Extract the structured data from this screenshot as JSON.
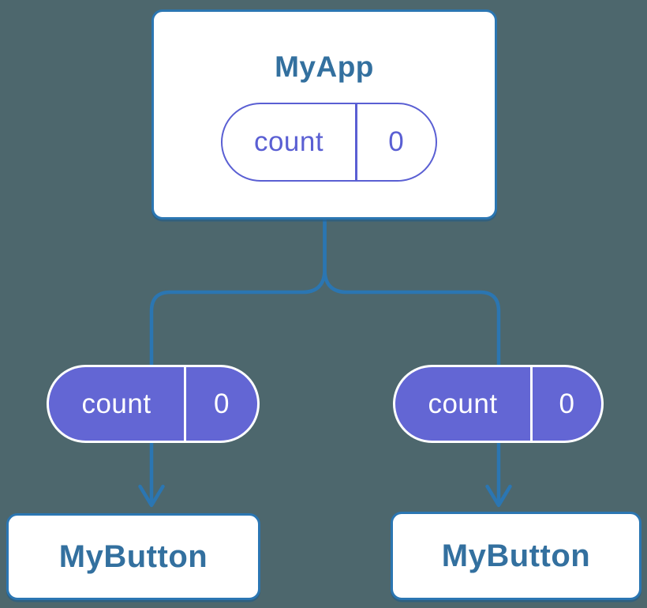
{
  "colors": {
    "background": "#4D676D",
    "connector_blue": "#2B76B2",
    "node_border_blue": "#2B76B2",
    "node_text_blue": "#33709F",
    "pill_purple": "#6366D4",
    "pill_outline_purple": "#5A5FD3",
    "white": "#FFFFFF"
  },
  "tree": {
    "root": {
      "title": "MyApp",
      "state_pill": {
        "label": "count",
        "value": "0"
      }
    },
    "children": [
      {
        "title": "MyButton",
        "prop_pill": {
          "label": "count",
          "value": "0"
        }
      },
      {
        "title": "MyButton",
        "prop_pill": {
          "label": "count",
          "value": "0"
        }
      }
    ]
  }
}
